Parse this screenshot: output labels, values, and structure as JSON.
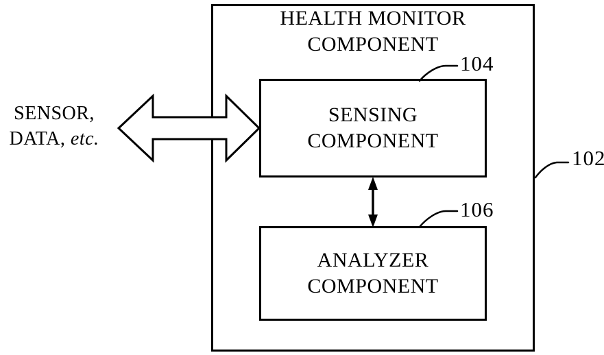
{
  "figure": {
    "colors": {
      "background": "#ffffff",
      "line": "#000000"
    },
    "outer_box": {
      "title_line1": "HEALTH MONITOR",
      "title_line2": "COMPONENT",
      "ref": "102"
    },
    "sensing_box": {
      "label_line1": "SENSING",
      "label_line2": "COMPONENT",
      "ref": "104"
    },
    "analyzer_box": {
      "label_line1": "ANALYZER",
      "label_line2": "COMPONENT",
      "ref": "106"
    },
    "external_io": {
      "line1": "SENSOR,",
      "line2_roman": "DATA,",
      "line2_italic": "etc."
    }
  }
}
